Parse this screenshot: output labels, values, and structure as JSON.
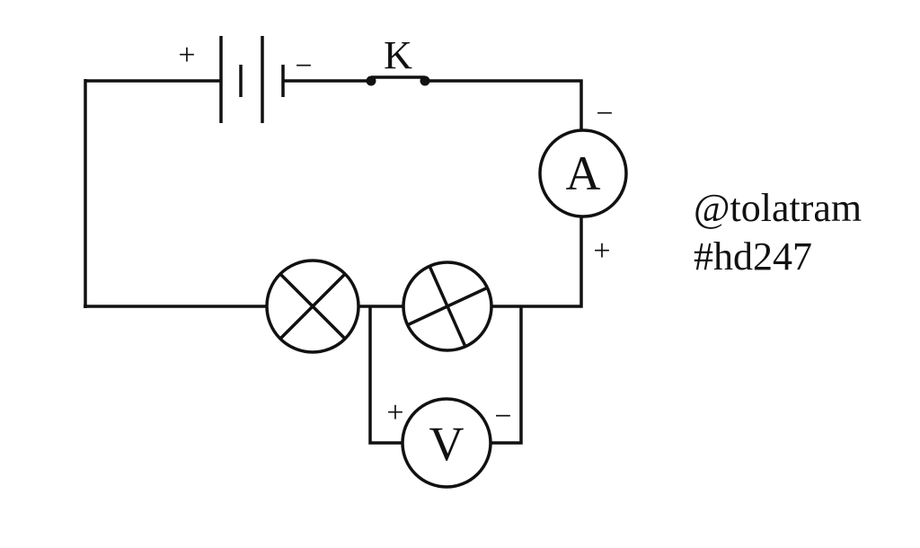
{
  "diagram": {
    "switch_label": "K",
    "ammeter_label": "A",
    "voltmeter_label": "V",
    "battery_plus": "+",
    "battery_minus": "−",
    "ammeter_minus": "−",
    "ammeter_plus": "+",
    "voltmeter_plus": "+",
    "voltmeter_minus": "−"
  },
  "watermark": {
    "line1": "@tolatram",
    "line2": "#hd247"
  },
  "colors": {
    "ink": "#111111",
    "background": "#ffffff"
  }
}
